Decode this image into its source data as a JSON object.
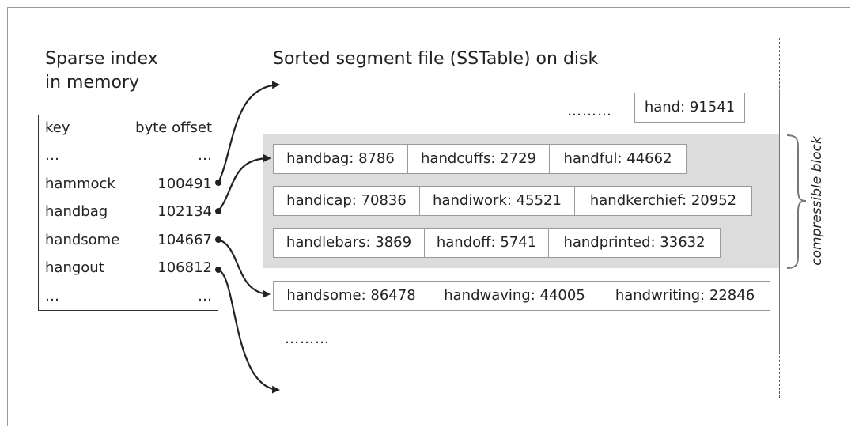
{
  "sparse_index": {
    "title_lines": [
      "Sparse index",
      "in memory"
    ],
    "header": {
      "key": "key",
      "offset": "byte offset"
    },
    "rows": [
      {
        "key": "…",
        "offset": "…"
      },
      {
        "key": "hammock",
        "offset": "100491"
      },
      {
        "key": "handbag",
        "offset": "102134"
      },
      {
        "key": "handsome",
        "offset": "104667"
      },
      {
        "key": "hangout",
        "offset": "106812"
      },
      {
        "key": "…",
        "offset": "…"
      }
    ]
  },
  "sstable": {
    "title": "Sorted segment file (SSTable) on disk",
    "top_ellipsis": "………",
    "top_entry": "hand: 91541",
    "rows": [
      [
        "handbag: 8786",
        "handcuffs: 2729",
        "handful: 44662"
      ],
      [
        "handicap: 70836",
        "handiwork: 45521",
        "handkerchief: 20952"
      ],
      [
        "handlebars: 3869",
        "handoff: 5741",
        "handprinted: 33632"
      ],
      [
        "handsome: 86478",
        "handwaving: 44005",
        "handwriting: 22846"
      ]
    ],
    "bottom_ellipsis": "………"
  },
  "block_label": "compressible block"
}
